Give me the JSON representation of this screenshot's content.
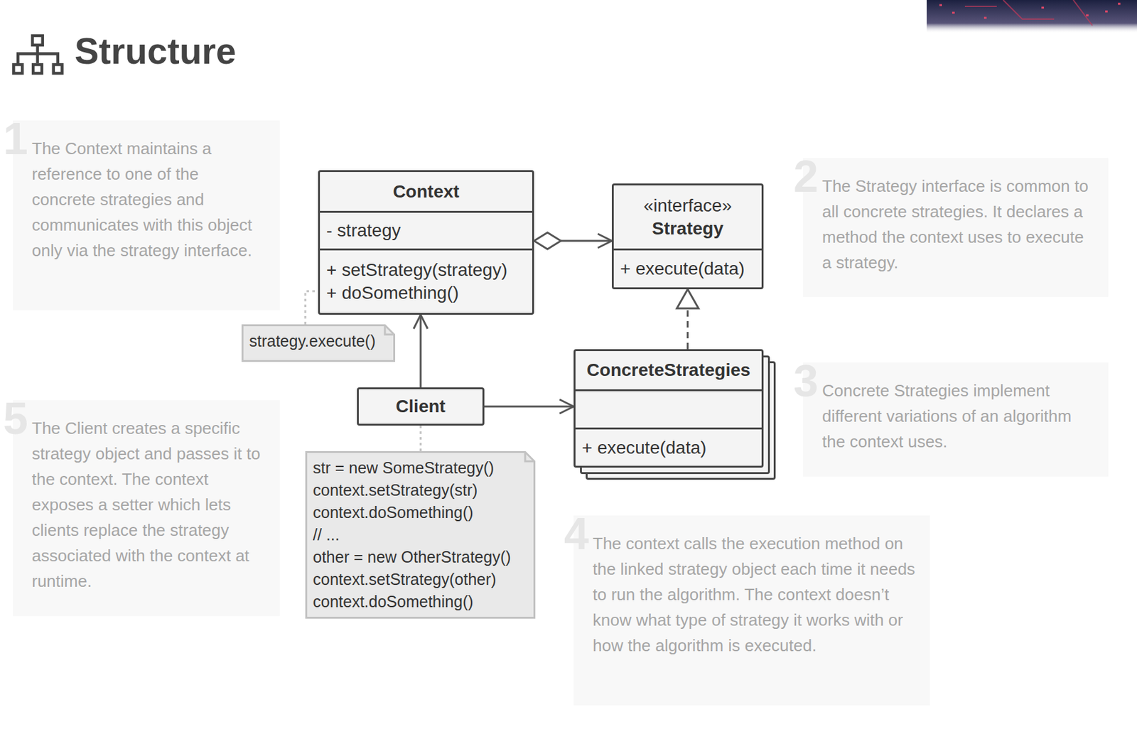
{
  "diagram": {
    "title": "Structure",
    "nodes": [
      {
        "text": [
          "1",
          "The Context maintains a reference to one of the concrete strategies and communicates with this object only via the strategy interface."
        ]
      },
      {
        "text": [
          "Context",
          "- strategy",
          "+ setStrategy(strategy)",
          "+ doSomething()"
        ]
      },
      {
        "text": [
          "«interface»",
          "Strategy",
          "+ execute(data)"
        ]
      },
      {
        "text": [
          "2",
          "The Strategy interface is common to all concrete strategies. It declares a method the context uses to execute a strategy."
        ]
      },
      {
        "text": [
          "strategy.execute()"
        ]
      },
      {
        "text": [
          "ConcreteStrategies",
          "+ execute(data)"
        ]
      },
      {
        "text": [
          "3",
          "Concrete Strategies implement different variations of an algorithm the context uses."
        ]
      },
      {
        "text": [
          "Client"
        ]
      },
      {
        "text": [
          "5",
          "The Client creates a specific strategy object and passes it to the context. The context exposes a setter which lets clients replace the strategy associated with the context at runtime."
        ]
      },
      {
        "text": [
          "str = new SomeStrategy()",
          "context.setStrategy(str)",
          "context.doSomething()",
          "// ...",
          "other = new OtherStrategy()",
          "context.setStrategy(other)",
          "context.doSomething()"
        ]
      },
      {
        "text": [
          "4",
          "The context calls the execution method on the linked strategy object each time it needs to run the algorithm. The context doesn’t know what type of strategy it works with or how the algorithm is executed."
        ]
      }
    ],
    "edges": [
      {
        "from": 1,
        "to": 2,
        "arrow": "to"
      },
      {
        "from": 5,
        "to": 2,
        "arrow": "to"
      },
      {
        "from": 7,
        "to": 1,
        "arrow": "to"
      },
      {
        "from": 7,
        "to": 5,
        "arrow": "to"
      },
      {
        "from": 4,
        "to": 1,
        "arrow": "none"
      },
      {
        "from": 7,
        "to": 9,
        "arrow": "none"
      }
    ]
  }
}
